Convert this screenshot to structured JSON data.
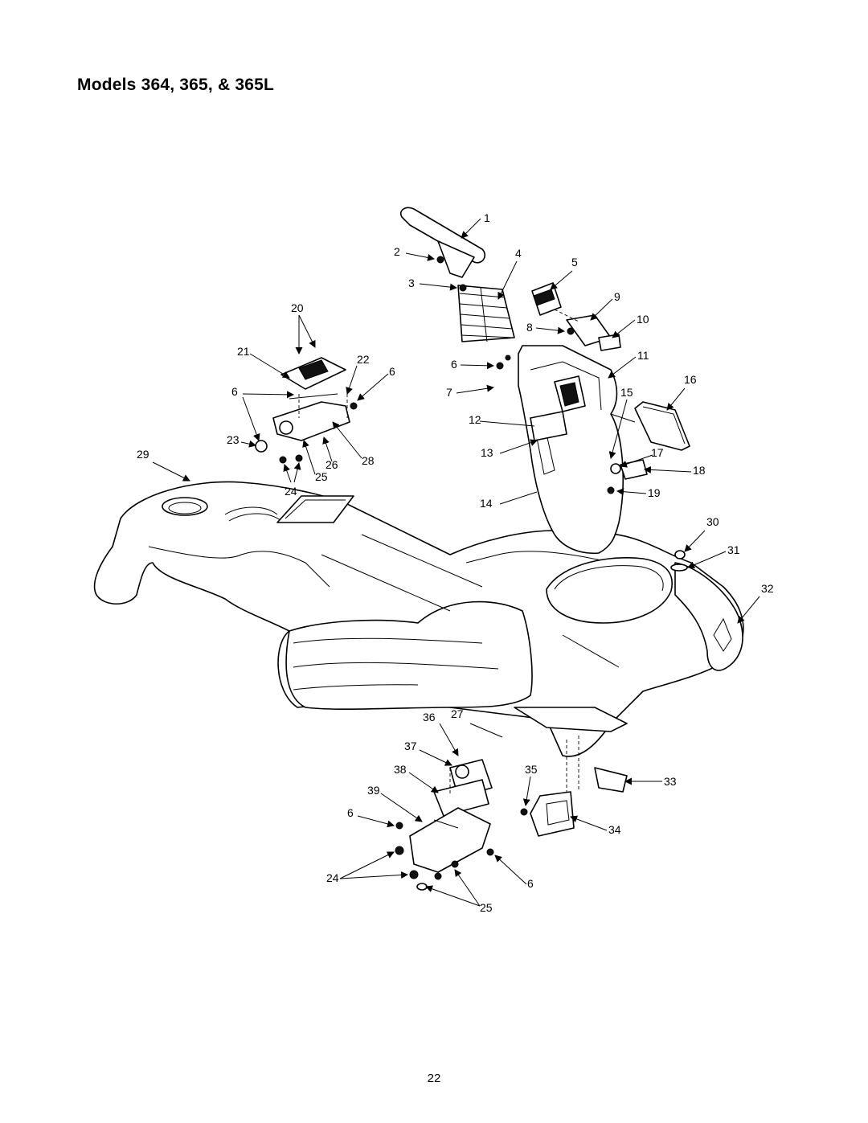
{
  "page": {
    "title": "Models 364, 365, & 365L",
    "page_number": "22"
  },
  "diagram": {
    "callouts": [
      "1",
      "2",
      "3",
      "4",
      "5",
      "6",
      "7",
      "8",
      "9",
      "10",
      "11",
      "12",
      "13",
      "14",
      "15",
      "16",
      "17",
      "18",
      "19",
      "20",
      "21",
      "22",
      "23",
      "24",
      "25",
      "26",
      "27",
      "28",
      "29",
      "30",
      "31",
      "32",
      "33",
      "34",
      "35",
      "36",
      "37",
      "38",
      "39"
    ]
  }
}
